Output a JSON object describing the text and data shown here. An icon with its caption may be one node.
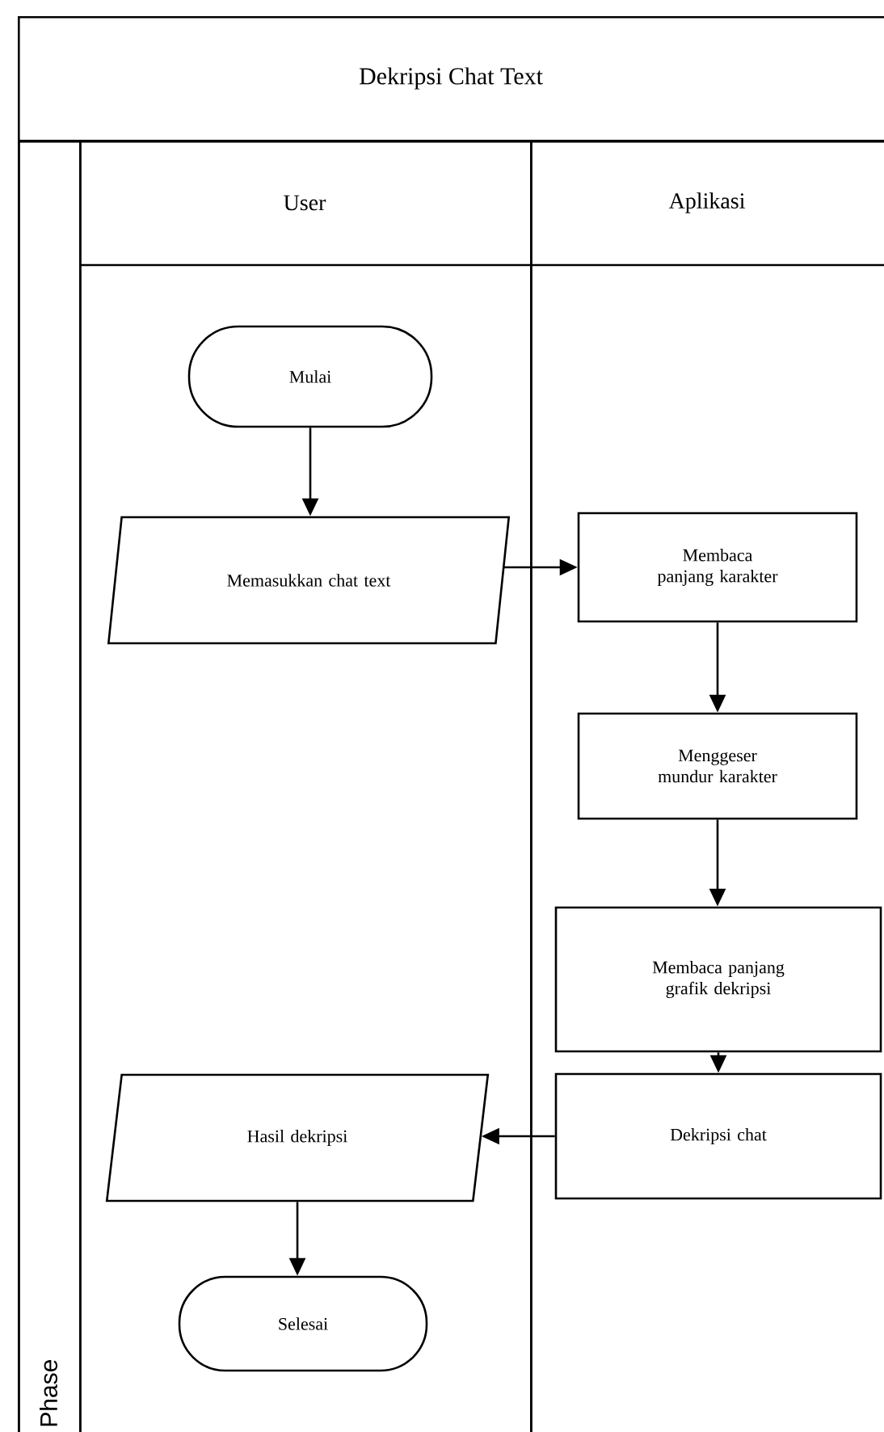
{
  "diagram": {
    "nodes": [
      {
        "text": [
          "Dekripsi Chat Text"
        ]
      },
      {
        "text": [
          "Phase"
        ],
        "in": 0
      },
      {
        "text": [
          "User"
        ],
        "in": 0
      },
      {
        "text": [
          "Aplikasi"
        ],
        "in": 0
      },
      {
        "text": [
          "Mulai"
        ],
        "in": 2
      },
      {
        "text": [
          "Memasukkan chat text"
        ],
        "in": 2
      },
      {
        "text": [
          "Membaca panjang karakter"
        ],
        "in": 3
      },
      {
        "text": [
          "Menggeser mundur karakter"
        ],
        "in": 3
      },
      {
        "text": [
          "Membaca panjang grafik dekripsi"
        ],
        "in": 3
      },
      {
        "text": [
          "Dekripsi chat"
        ],
        "in": 3
      },
      {
        "text": [
          "Hasil dekripsi"
        ],
        "in": 2
      },
      {
        "text": [
          "Selesai"
        ],
        "in": 2
      }
    ],
    "edges": [
      {
        "from": 4,
        "to": 5,
        "arrow": "to"
      },
      {
        "from": 5,
        "to": 6,
        "arrow": "to"
      },
      {
        "from": 6,
        "to": 7,
        "arrow": "to"
      },
      {
        "from": 7,
        "to": 8,
        "arrow": "to"
      },
      {
        "from": 8,
        "to": 9,
        "arrow": "to"
      },
      {
        "from": 9,
        "to": 10,
        "arrow": "to"
      },
      {
        "from": 10,
        "to": 11,
        "arrow": "to"
      }
    ]
  }
}
